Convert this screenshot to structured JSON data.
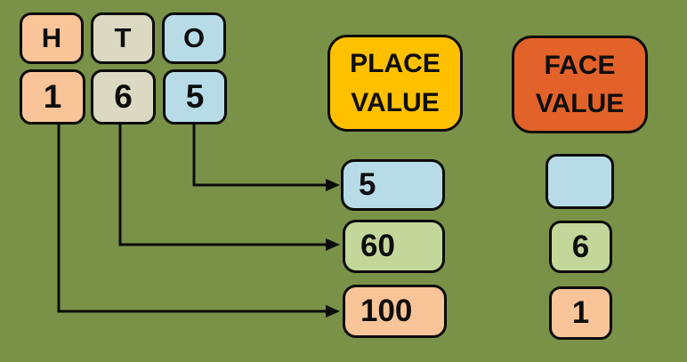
{
  "colors": {
    "background": "#7A9148",
    "line": "#0b0b0b",
    "peach": "#FAC499",
    "tan": "#DCD9C3",
    "blue": "#B7DCE8",
    "green": "#C3D79B",
    "yellow": "#FFC000",
    "orange": "#E2622A"
  },
  "number_grid": {
    "column_headers": [
      {
        "label": "H",
        "color": "peach"
      },
      {
        "label": "T",
        "color": "tan"
      },
      {
        "label": "O",
        "color": "blue"
      }
    ],
    "digits": [
      {
        "label": "1",
        "color": "peach"
      },
      {
        "label": "6",
        "color": "tan"
      },
      {
        "label": "5",
        "color": "blue"
      }
    ]
  },
  "place_value": {
    "title": "PLACE VALUE",
    "items": [
      {
        "value": "5",
        "color": "blue"
      },
      {
        "value": "60",
        "color": "green"
      },
      {
        "value": "100",
        "color": "peach"
      }
    ]
  },
  "face_value": {
    "title": "FACE VALUE",
    "items": [
      {
        "value": "",
        "color": "blue"
      },
      {
        "value": "6",
        "color": "green"
      },
      {
        "value": "1",
        "color": "peach"
      }
    ]
  }
}
